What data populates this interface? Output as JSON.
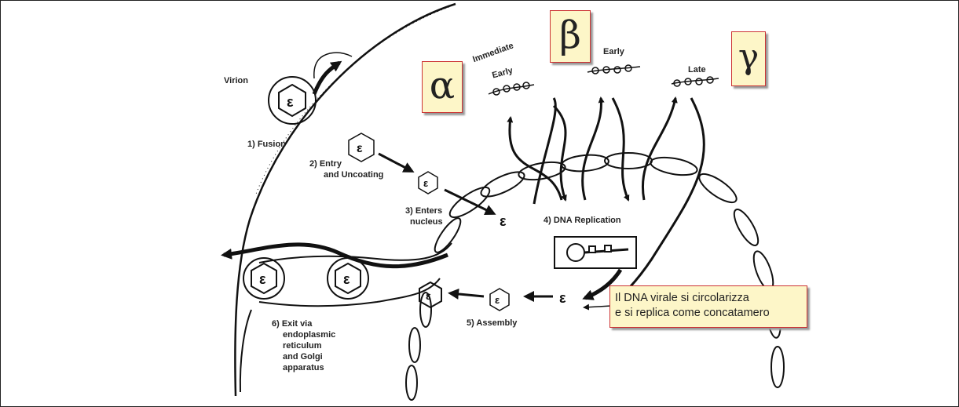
{
  "greek": {
    "alpha": "α",
    "beta": "β",
    "gamma": "γ"
  },
  "labels": {
    "virion": "Virion",
    "fusion": "1) Fusion",
    "entry1": "2) Entry",
    "entry2": "and Uncoating",
    "enters1": "3) Enters",
    "enters2": "nucleus",
    "dna_rep": "4) DNA Replication",
    "assembly": "5) Assembly",
    "exit1": "6) Exit via",
    "exit2": "endoplasmic",
    "exit3": "reticulum",
    "exit4": "and Golgi",
    "exit5": "apparatus",
    "immediate": "Immediate",
    "early_ie": "Early",
    "early": "Early",
    "late": "Late"
  },
  "note": {
    "line1": "Il DNA virale si circolarizza",
    "line2": "e si replica come concatamero"
  }
}
